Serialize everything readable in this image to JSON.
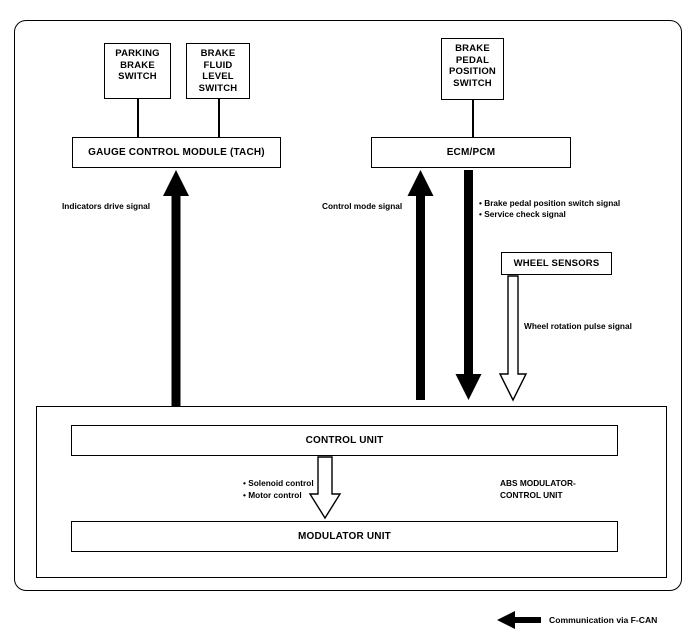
{
  "diagram": {
    "title_present": false,
    "boxes": {
      "parking_brake_switch": "PARKING\nBRAKE\nSWITCH",
      "parking_brake_switch_lines": [
        "PARKING",
        "BRAKE",
        "SWITCH"
      ],
      "brake_fluid_level_switch_lines": [
        "BRAKE",
        "FLUID",
        "LEVEL",
        "SWITCH"
      ],
      "brake_pedal_position_switch_lines": [
        "BRAKE",
        "PEDAL",
        "POSITION",
        "SWITCH"
      ],
      "gauge_control_module": "GAUGE CONTROL MODULE (TACH)",
      "ecm_pcm": "ECM/PCM",
      "wheel_sensors": "WHEEL SENSORS",
      "control_unit": "CONTROL UNIT",
      "modulator_unit": "MODULATOR UNIT",
      "abs_modulator_control_unit_lines": [
        "ABS MODULATOR-",
        "CONTROL UNIT"
      ]
    },
    "signal_labels": {
      "indicators_drive": "Indicators drive signal",
      "control_mode": "Control mode signal",
      "brake_pedal_position_switch_signal": "• Brake pedal position switch signal",
      "service_check_signal": "• Service check signal",
      "wheel_rotation_pulse": "Wheel rotation pulse signal",
      "solenoid_control": "• Solenoid control",
      "motor_control": "• Motor control"
    },
    "legend": {
      "arrow_icon": "left-arrow-icon",
      "text": "Communication via F-CAN"
    },
    "colors": {
      "line": "#000000",
      "fill": "#ffffff",
      "solid_arrow": "#000000",
      "hollow_arrow_fill": "#ffffff"
    }
  }
}
